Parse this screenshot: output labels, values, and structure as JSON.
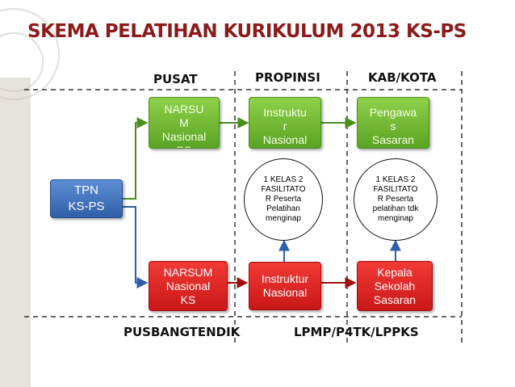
{
  "title": "SKEMA PELATIHAN KURIKULUM 2013 KS-PS",
  "headers": {
    "pusat": "PUSAT",
    "propinsi": "PROPINSI",
    "kabkota": "KAB/KOTA",
    "pusbangtendik": "PUSBANGTENDIK",
    "lpmp": "LPMP/P4TK/LPPKS"
  },
  "boxes": {
    "tpn": "TPN\nKS-PS",
    "narsum_ps": "NARSU\nM\nNasional\nPS",
    "instruktur_ps": "Instruktu\nr\nNasional",
    "pengawas": "Pengawa\ns\nSasaran",
    "narsum_ks": "NARSUM\nNasional\nKS",
    "instruktur_ks": "Instruktur\nNasional",
    "kepala": "Kepala\nSekolah\nSasaran"
  },
  "ellipses": {
    "left": "1 KELAS 2\nFASILITATO\nR Peserta\nPelatihan\nmenginap",
    "right": "1 KELAS 2\nFASILITATO\nR Peserta\npelatihan tdk\nmenginap"
  },
  "colors": {
    "title": "#8b1a1a",
    "green": "#6cb52e",
    "red": "#e02020",
    "blue": "#3a6cb5"
  }
}
